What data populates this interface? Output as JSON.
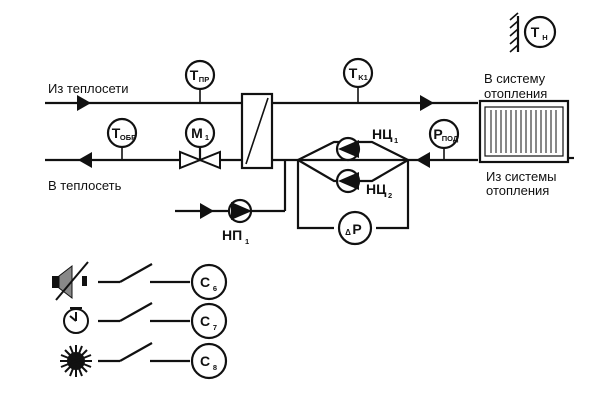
{
  "labels": {
    "from_network": "Из теплосети",
    "to_network": "В теплосеть",
    "to_heating_line1": "В систему",
    "to_heating_line2": "отопления",
    "from_heating_line1": "Из системы",
    "from_heating_line2": "отопления"
  },
  "instruments": {
    "t_outdoor": {
      "main": "T",
      "sub": "Н"
    },
    "t_supply": {
      "main": "T",
      "sub": "ПР"
    },
    "t_return": {
      "main": "T",
      "sub": "ОБР"
    },
    "t_circuit": {
      "main": "T",
      "sub": "K1"
    },
    "valve_motor": {
      "main": "M",
      "sub": "1"
    },
    "p_supply": {
      "main": "P",
      "sub": "ПОД"
    },
    "delta_p": {
      "main": "P",
      "prefix": "Δ"
    }
  },
  "pumps": {
    "circ1": {
      "main": "НЦ",
      "sub": "1"
    },
    "circ2": {
      "main": "НЦ",
      "sub": "2"
    },
    "makeup": {
      "main": "НП",
      "sub": "1"
    }
  },
  "controls": {
    "c6": {
      "main": "C",
      "sub": "6"
    },
    "c7": {
      "main": "C",
      "sub": "7"
    },
    "c8": {
      "main": "C",
      "sub": "8"
    }
  }
}
